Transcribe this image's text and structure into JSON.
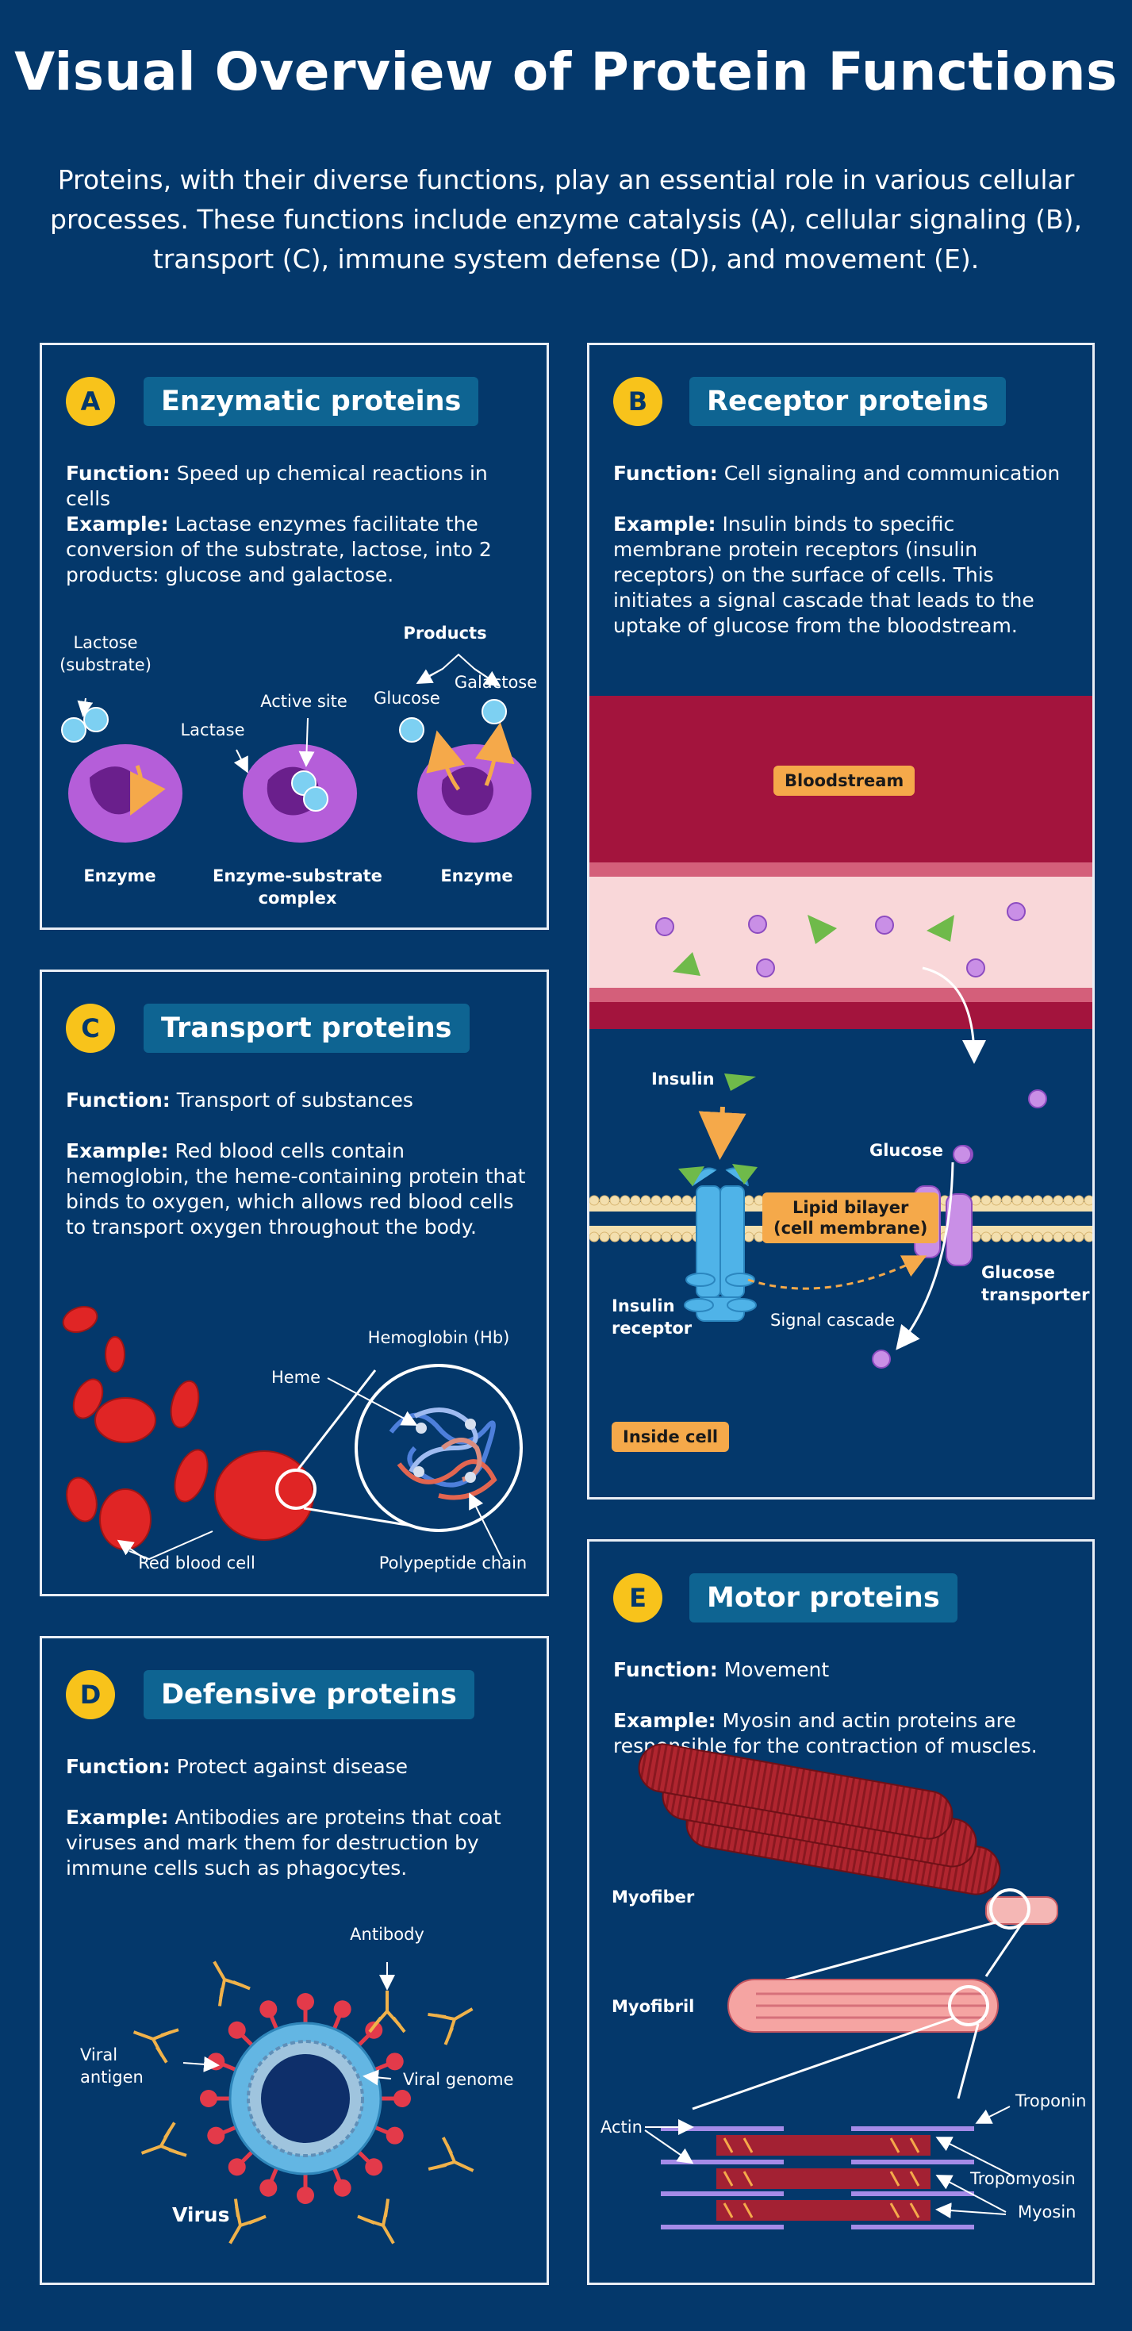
{
  "title": "Visual Overview of Protein Functions",
  "intro": "Proteins, with their diverse functions, play an essential role in various cellular processes. These functions include enzyme catalysis (A), cellular signaling (B), transport (C), immune system defense (D), and movement (E).",
  "colors": {
    "background": "#04386b",
    "badge": "#f8c31b",
    "pill": "#0e6492",
    "tag": "#f5a94a"
  },
  "function_label": "Function:",
  "example_label": "Example:",
  "panels": {
    "a": {
      "letter": "A",
      "heading": "Enzymatic proteins",
      "function": "Speed up chemical reactions in cells",
      "example": "Lactase enzymes facilitate the conversion of the substrate, lactose, into 2 products: glucose and galactose.",
      "labels": {
        "lactose": "Lactose",
        "substrate": "(substrate)",
        "lactase": "Lactase",
        "active_site": "Active site",
        "products": "Products",
        "glucose": "Glucose",
        "galactose": "Galactose",
        "enzyme_left": "Enzyme",
        "complex_1": "Enzyme-substrate",
        "complex_2": "complex",
        "enzyme_right": "Enzyme"
      }
    },
    "b": {
      "letter": "B",
      "heading": "Receptor proteins",
      "function": "Cell signaling and communication",
      "example": "Insulin binds to specific membrane protein receptors (insulin receptors) on the surface of cells. This initiates a signal cascade that leads to the uptake of glucose from the bloodstream.",
      "labels": {
        "bloodstream": "Bloodstream",
        "insulin": "Insulin",
        "glucose": "Glucose",
        "lipid_1": "Lipid bilayer",
        "lipid_2": "(cell membrane)",
        "receptor_1": "Insulin",
        "receptor_2": "receptor",
        "cascade": "Signal cascade",
        "transporter_1": "Glucose",
        "transporter_2": "transporter",
        "inside": "Inside cell"
      }
    },
    "c": {
      "letter": "C",
      "heading": "Transport proteins",
      "function": "Transport of substances",
      "example": "Red blood cells contain hemoglobin, the heme-containing protein that binds to oxygen, which allows red blood cells to transport oxygen throughout the body.",
      "labels": {
        "hemoglobin": "Hemoglobin (Hb)",
        "heme": "Heme",
        "rbc": "Red blood cell",
        "chain": "Polypeptide chain"
      }
    },
    "d": {
      "letter": "D",
      "heading": "Defensive proteins",
      "function": "Protect against disease",
      "example": "Antibodies are proteins that coat viruses and mark them for destruction by immune cells such as phagocytes.",
      "labels": {
        "antibody": "Antibody",
        "antigen_1": "Viral",
        "antigen_2": "antigen",
        "genome": "Viral genome",
        "virus": "Virus"
      }
    },
    "e": {
      "letter": "E",
      "heading": "Motor proteins",
      "function": "Movement",
      "example": "Myosin and actin proteins are responsible for the contraction of muscles.",
      "labels": {
        "myofiber": "Myofiber",
        "myofibril": "Myofibril",
        "actin": "Actin",
        "troponin": "Troponin",
        "tropomyosin": "Tropomyosin",
        "myosin": "Myosin"
      }
    }
  }
}
